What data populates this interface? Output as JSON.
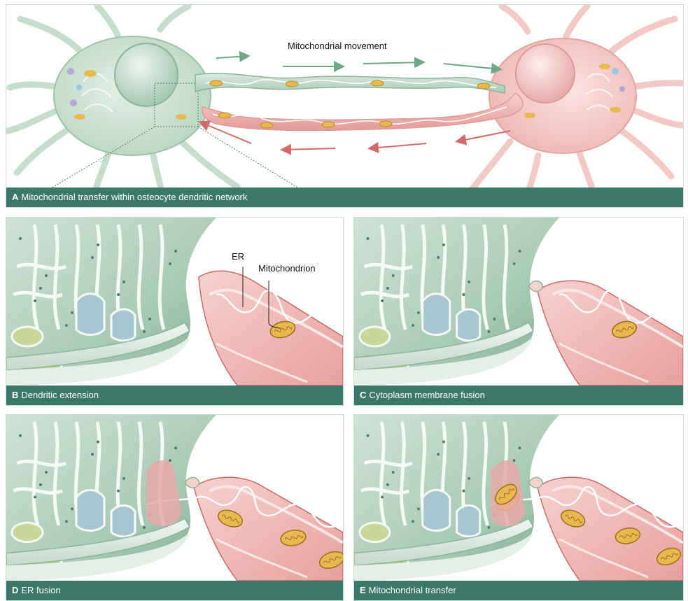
{
  "panel_a": {
    "letter": "A",
    "caption": "Mitochondrial transfer within osteocyte dendritic network",
    "movement_label": "Mitochondrial movement"
  },
  "panel_b": {
    "letter": "B",
    "caption": "Dendritic extension",
    "er_label": "ER",
    "mito_label": "Mitochondrion"
  },
  "panel_c": {
    "letter": "C",
    "caption": "Cytoplasm membrane fusion"
  },
  "panel_d": {
    "letter": "D",
    "caption": "ER fusion"
  },
  "panel_e": {
    "letter": "E",
    "caption": "Mitochondrial transfer"
  },
  "colors": {
    "green_cell": "#cfe3d6",
    "green_dark": "#6f9d86",
    "pink_cell": "#f4c9c6",
    "pink_dark": "#c96a6a",
    "mitochondrion": "#e7b94e",
    "caption_bar": "#3b7868",
    "arrow_green": "#6aa886",
    "arrow_red": "#d06a6a"
  }
}
